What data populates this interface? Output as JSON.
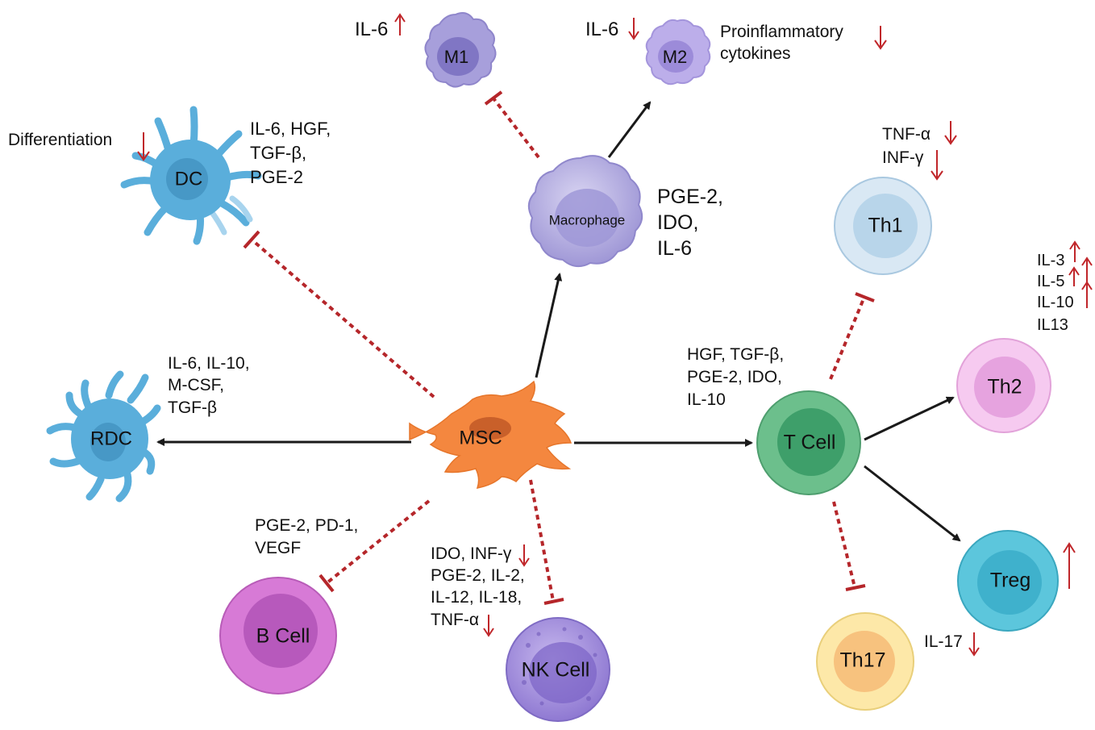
{
  "colors": {
    "arrow": "#1a1a1a",
    "inhibition": "#b5262a",
    "up_arrow": "#c0262a",
    "down_arrow": "#c0262a"
  },
  "cells": {
    "msc": "MSC",
    "macrophage": "Macrophage",
    "m1": "M1",
    "m2": "M2",
    "dc": "DC",
    "rdc": "RDC",
    "b_cell": "B Cell",
    "nk_cell": "NK Cell",
    "t_cell": "T Cell",
    "th1": "Th1",
    "th2": "Th2",
    "th17": "Th17",
    "treg": "Treg"
  },
  "labels": {
    "m1_il6": "IL-6",
    "m2_il6": "IL-6",
    "m2_proinflammatory_1": "Proinflammatory",
    "m2_proinflammatory_2": "cytokines",
    "dc_differentiation": "Differentiation",
    "dc_factors_1": "IL-6, HGF,",
    "dc_factors_2": "TGF-β,",
    "dc_factors_3": "PGE-2",
    "macrophage_factors_1": "PGE-2,",
    "macrophage_factors_2": "IDO,",
    "macrophage_factors_3": "IL-6",
    "th1_tnf": "TNF-α",
    "th1_inf": "INF-γ",
    "th2_il3": "IL-3",
    "th2_il5": "IL-5",
    "th2_il10": "IL-10",
    "th2_il13": "IL13",
    "rdc_factors_1": "IL-6, IL-10,",
    "rdc_factors_2": "M-CSF,",
    "rdc_factors_3": "TGF-β",
    "tcell_factors_1": "HGF, TGF-β,",
    "tcell_factors_2": "PGE-2, IDO,",
    "tcell_factors_3": "IL-10",
    "bcell_factors_1": "PGE-2, PD-1,",
    "bcell_factors_2": "VEGF",
    "nk_factors_1": "IDO, INF-γ",
    "nk_factors_2": "PGE-2, IL-2,",
    "nk_factors_3": "IL-12, IL-18,",
    "nk_factors_4": "TNF-α",
    "th17_il17": "IL-17"
  }
}
